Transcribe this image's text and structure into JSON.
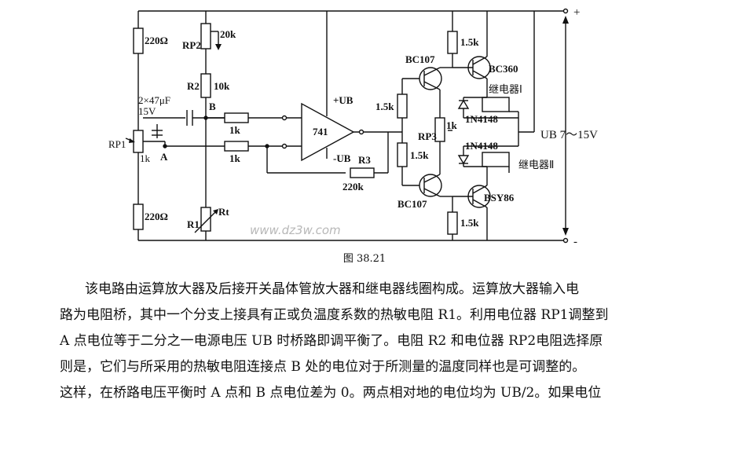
{
  "figure": {
    "labels": {
      "r_top_left": "220Ω",
      "r_bottom_left": "220Ω",
      "rp1": "RP1",
      "rp1_value": "1k",
      "point_a": "A",
      "point_b": "B",
      "cap": "2×47μF",
      "cap_voltage": "15V",
      "rp2": "RP2",
      "rp2_value": "20k",
      "r2": "R2",
      "r2_value": "10k",
      "r_in1": "1k",
      "r_in2": "1k",
      "r1": "R1",
      "rt": "Rt",
      "opamp": "741",
      "plus_ub": "+UB",
      "minus_ub": "-UB",
      "r3": "R3",
      "r3_value": "220k",
      "r_15k_left": "1.5k",
      "r_15k_mid": "1.5k",
      "r_15k_top": "1.5k",
      "r_15k_bottom": "1.5k",
      "rp3": "RP3",
      "rp3_value": "1k",
      "t_bc107_top": "BC107",
      "t_bc107_bottom": "BC107",
      "t_bc360": "BC360",
      "t_bsy86": "BSY86",
      "relay1": "继电器Ⅰ",
      "relay2": "继电器Ⅱ",
      "diode1": "1N4148",
      "diode2": "1N4148",
      "supply": "UB 7～15V",
      "plus": "+",
      "minus": "-",
      "watermark": "www.dz3w.com"
    },
    "caption": "图 38.21"
  },
  "text": {
    "lines": [
      "该电路由运算放大器及后接开关晶体管放大器和继电器线圈构成。运算放大器输入电",
      "路为电阻桥，其中一个分支上接具有正或负温度系数的热敏电阻 R1。利用电位器 RP1调整到",
      "A 点电位等于二分之一电源电压 UB 时桥路即调平衡了。电阻 R2 和电位器 RP2电阻选择原",
      "则是，它们与所采用的热敏电阻连接点 B 处的电位对于所测量的温度同样也是可调整的。",
      "这样，在桥路电压平衡时 A 点和 B 点电位差为 0。两点相对地的电位均为 UB/2。如果电位"
    ]
  }
}
